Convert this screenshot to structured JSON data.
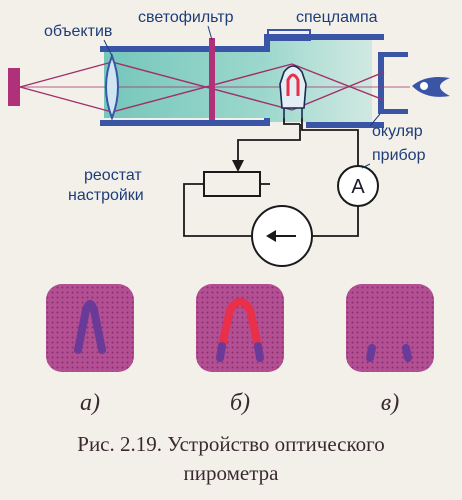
{
  "labels": {
    "lens": "объектив",
    "filter": "светофильтр",
    "lamp": "спецлампа",
    "eyepiece": "окуляр",
    "rheostat_line1": "реостат",
    "rheostat_line2": "настройки",
    "meter": "прибор",
    "ammeter_symbol": "A"
  },
  "panels": [
    {
      "label": "а)",
      "state": "filament-darker"
    },
    {
      "label": "б)",
      "state": "filament-brighter"
    },
    {
      "label": "в)",
      "state": "filament-invisible"
    }
  ],
  "caption": {
    "line1": "Рис. 2.19. Устройство оптического",
    "line2": "пирометра"
  },
  "colors": {
    "tube": "#3b55a6",
    "beam": "#5fbfb3",
    "rays": "#a0306a",
    "object": "#b0307a",
    "panel": "#b34f93",
    "filament_dark": "#6a3a98",
    "filament_bright": "#e8304a",
    "text": "#1e3d78"
  }
}
